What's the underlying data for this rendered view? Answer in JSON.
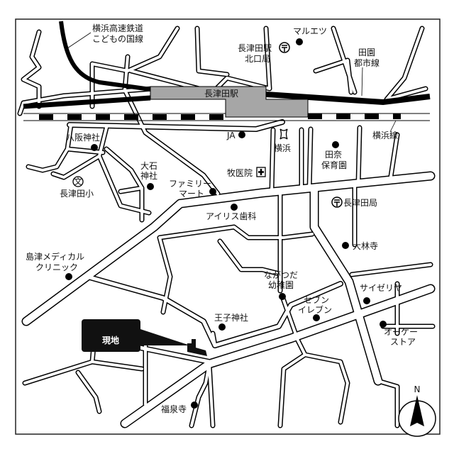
{
  "map": {
    "station": "長津田駅",
    "railways": {
      "kodomo_line": [
        "横浜高速鉄道",
        "こどもの国線"
      ],
      "denentoshi_line": [
        "田園",
        "都市線"
      ],
      "yokohama_line": "横浜線"
    },
    "site_label": "現地",
    "north_label": "N",
    "landmarks": [
      {
        "lines": [
          "マルエツ"
        ],
        "icon": "dot"
      },
      {
        "lines": [
          "長津田駅",
          "北口局"
        ],
        "icon": "post-office"
      },
      {
        "lines": [
          "八阪神社"
        ],
        "icon": "dot"
      },
      {
        "lines": [
          "JA"
        ],
        "icon": "dot"
      },
      {
        "lines": [
          "横浜"
        ],
        "icon": "bank"
      },
      {
        "lines": [
          "田奈",
          "保育園"
        ],
        "icon": "dot"
      },
      {
        "lines": [
          "大石",
          "神社"
        ],
        "icon": "dot"
      },
      {
        "lines": [
          "牧医院"
        ],
        "icon": "hospital-cross"
      },
      {
        "lines": [
          "長津田小"
        ],
        "icon": "school"
      },
      {
        "lines": [
          "ファミリー",
          "マート"
        ],
        "icon": "dot"
      },
      {
        "lines": [
          "長津田局"
        ],
        "icon": "post-office"
      },
      {
        "lines": [
          "アイリス歯科"
        ],
        "icon": "dot"
      },
      {
        "lines": [
          "大林寺"
        ],
        "icon": "dot"
      },
      {
        "lines": [
          "島津メディカル",
          "クリニック"
        ],
        "icon": "dot"
      },
      {
        "lines": [
          "ながつだ",
          "幼稚園"
        ],
        "icon": "dot"
      },
      {
        "lines": [
          "サイゼリヤ"
        ],
        "icon": "dot"
      },
      {
        "lines": [
          "セブン",
          "イレブン"
        ],
        "icon": "dot"
      },
      {
        "lines": [
          "王子神社"
        ],
        "icon": "dot"
      },
      {
        "lines": [
          "オーケー",
          "ストア"
        ],
        "icon": "dot"
      },
      {
        "lines": [
          "福泉寺"
        ],
        "icon": "dot"
      }
    ],
    "colors": {
      "station": "#a6a6a6",
      "site_box": "#111111",
      "ink": "#000000"
    }
  }
}
